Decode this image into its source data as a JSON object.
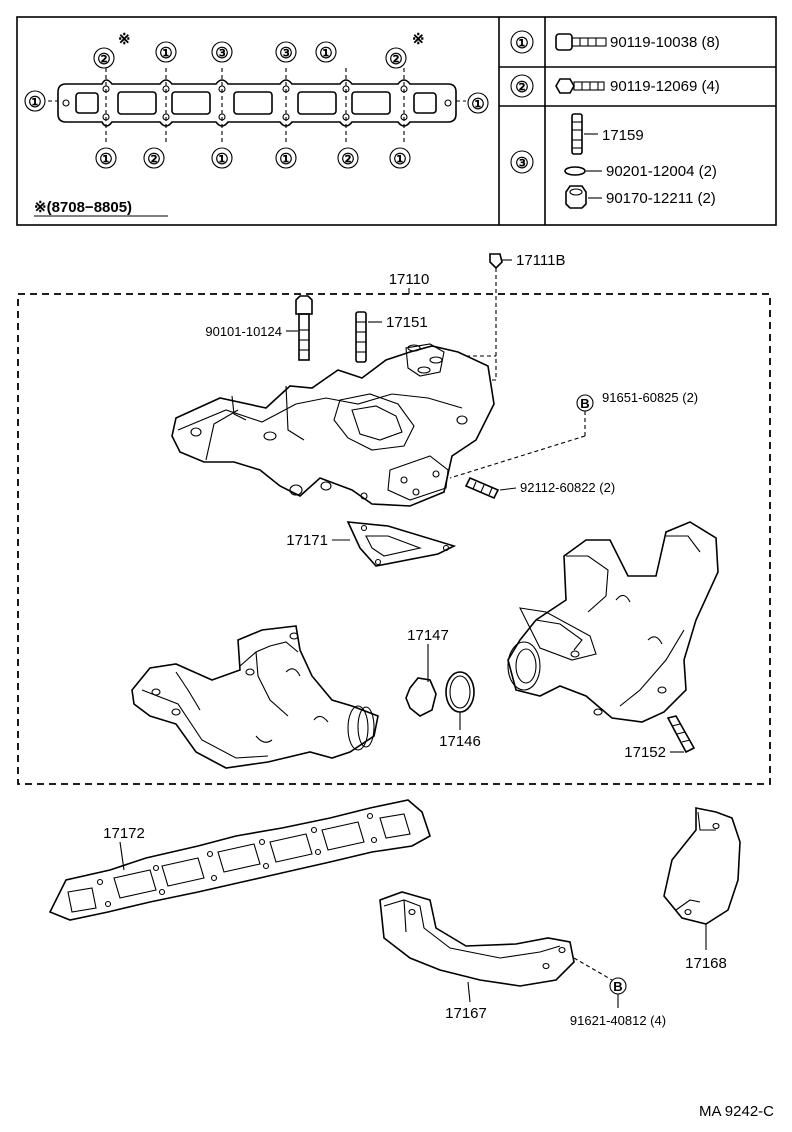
{
  "legend": {
    "note_mark": "※",
    "note": "※(8708−8805)",
    "rows": [
      {
        "key": "①",
        "parts": [
          {
            "part": "90119-10038 (8)"
          }
        ]
      },
      {
        "key": "②",
        "parts": [
          {
            "part": "90119-12069 (4)"
          }
        ]
      },
      {
        "key": "③",
        "parts": [
          {
            "part": "17159"
          },
          {
            "part": "90201-12004 (2)"
          },
          {
            "part": "90170-12211 (2)"
          }
        ]
      }
    ]
  },
  "gasket_callouts": {
    "top": [
      "②",
      "①",
      "③",
      "③",
      "①",
      "②"
    ],
    "sides": [
      "①",
      "①"
    ],
    "bottom": [
      "①",
      "②",
      "①",
      "①",
      "②",
      "①"
    ]
  },
  "parts": {
    "p17111b": "17111B",
    "p17110": "17110",
    "p90101": "90101-10124",
    "p17151": "17151",
    "p91651": "91651-60825 (2)",
    "p92112": "92112-60822 (2)",
    "p17171": "17171",
    "p17147": "17147",
    "p17146": "17146",
    "p17152": "17152",
    "p17172": "17172",
    "p17168": "17168",
    "p17167": "17167",
    "p91621": "91621-40812 (4)"
  },
  "b_mark": "B",
  "diagram_code": "MA 9242-C"
}
